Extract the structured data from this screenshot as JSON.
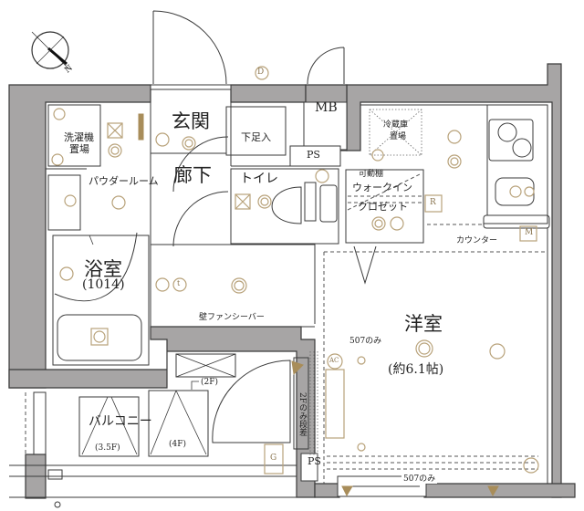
{
  "floorplan": {
    "compass": {
      "label": "N",
      "icon": "north-compass-icon"
    },
    "rooms": {
      "entrance": "玄関",
      "shoe_closet": "下足入",
      "hallway": "廊下",
      "toilet": "トイレ",
      "powder_room": "パウダールーム",
      "washer_space_line1": "洗濯機",
      "washer_space_line2": "置場",
      "bathroom": "浴室",
      "bathroom_size": "(1014)",
      "meter_box": "MB",
      "pipe_space_top": "PS",
      "pipe_space_bottom": "PS",
      "fridge_space_line1": "冷蔵庫",
      "fridge_space_line2": "置場",
      "movable_shelf": "可動棚",
      "walk_in_closet_line1": "ウォークイン",
      "walk_in_closet_line2": "クロゼット",
      "counter": "カウンター",
      "western_room": "洋室",
      "western_room_size": "(約6.1帖)",
      "balcony": "バルコニー"
    },
    "annotations": {
      "wall_fan_ceiling_bar": "壁ファンシーバー",
      "unit_507_only_top": "507のみ",
      "unit_507_only_bottom": "507のみ",
      "step_2f_only": "2Fのみ段差",
      "balcony_2f": "(2F)",
      "balcony_3_5f": "(3.5F)",
      "balcony_4f": "(4F)"
    },
    "symbols": {
      "doorbell": "D",
      "refrigerator_outlet": "R",
      "meter": "M",
      "air_conditioner": "AC",
      "gas": "G",
      "thermostat": "t"
    },
    "colors": {
      "wall": "#a7a5a5",
      "line": "#3a3a3a",
      "fixture": "#b8a27a"
    }
  }
}
